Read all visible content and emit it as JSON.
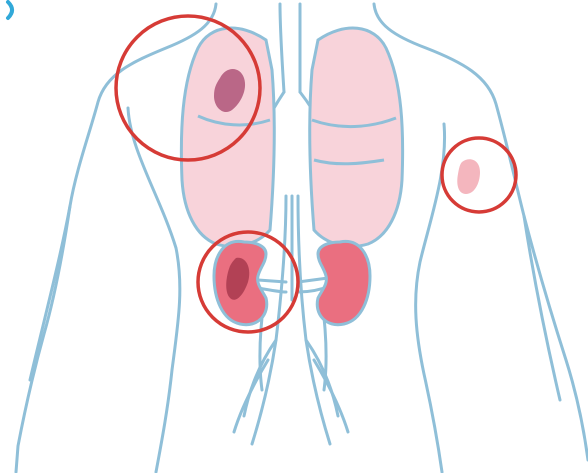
{
  "figure": {
    "subject": "torso",
    "organs": [
      "lungs",
      "kidneys",
      "vasculature",
      "arm"
    ],
    "highlights": [
      {
        "region": "upper-left-lung",
        "lesion": true
      },
      {
        "region": "left-kidney",
        "lesion": true
      },
      {
        "region": "right-upper-arm",
        "lesion": true
      }
    ]
  },
  "colors": {
    "outline": "#8fbfd8",
    "lung_fill": "#f8d3da",
    "kidney_fill": "#ea6f80",
    "lesion_dark": "#b35b7d",
    "lesion_kidney": "#a83a4d",
    "lesion_arm": "#f4b6be",
    "circle": "#d63b36",
    "corner_accent": "#31a9d9"
  }
}
